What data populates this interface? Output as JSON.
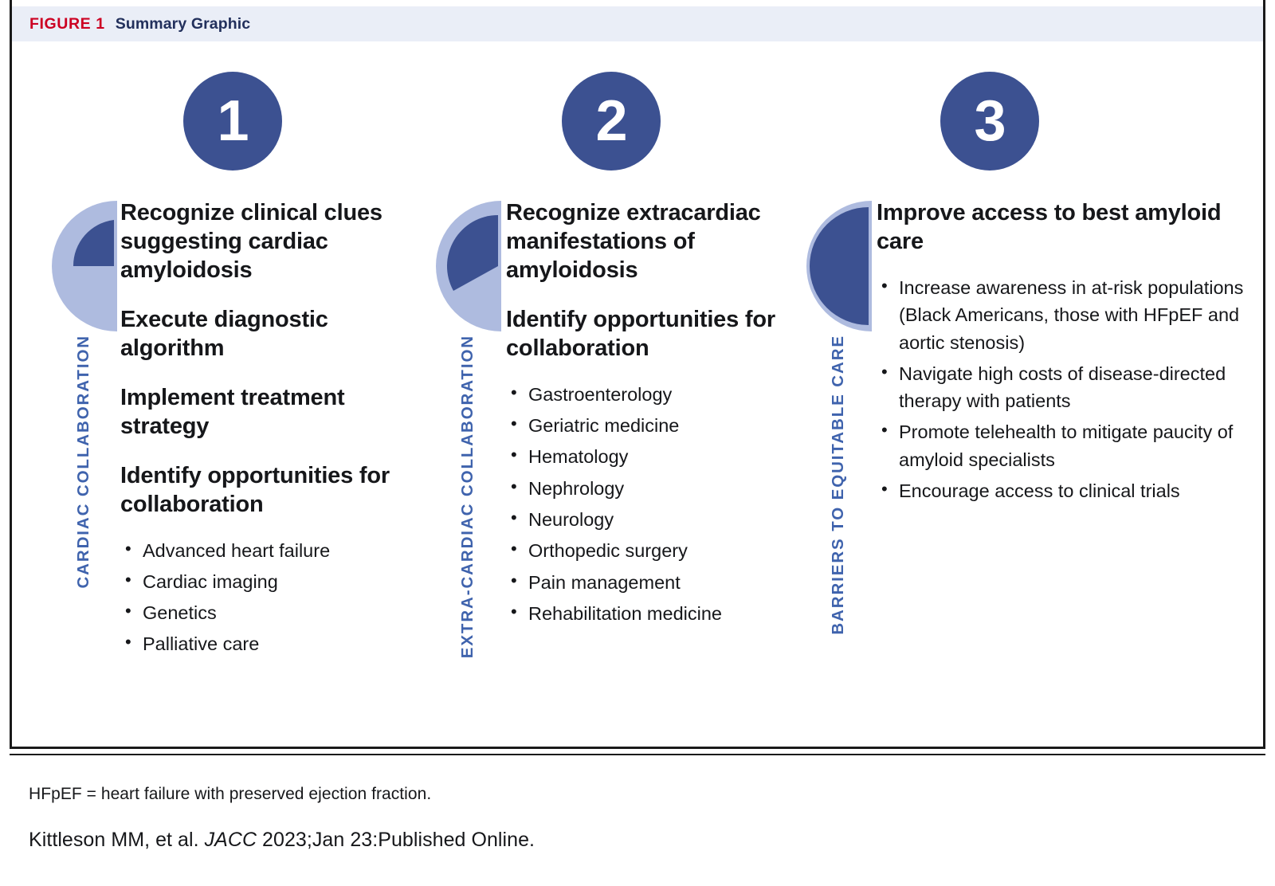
{
  "header": {
    "kicker": "FIGURE 1",
    "title": "Summary Graphic",
    "bar_color": "#eaeef7",
    "kicker_color": "#cc0022",
    "title_color": "#22305c"
  },
  "palette": {
    "badge_blue": "#3c5191",
    "disc_dark": "#3c5191",
    "disc_light": "#aebbdf",
    "vertical_label_blue": "#3f63ad",
    "body_text": "#16171a"
  },
  "columns": [
    {
      "number": "1",
      "rail_label": "CARDIAC COLLABORATION",
      "disc_fill_fraction": 0.33,
      "headings": [
        "Recognize clinical clues suggesting cardiac amyloidosis",
        "Execute diagnostic algorithm",
        "Implement treatment strategy",
        "Identify opportunities for collaboration"
      ],
      "bullets": [
        "Advanced heart failure",
        "Cardiac imaging",
        "Genetics",
        "Palliative care"
      ]
    },
    {
      "number": "2",
      "rail_label": "EXTRA-CARDIAC COLLABORATION",
      "disc_fill_fraction": 0.66,
      "headings": [
        "Recognize extracardiac manifestations of amyloidosis",
        "Identify opportunities for collaboration"
      ],
      "bullets": [
        "Gastroenterology",
        "Geriatric medicine",
        "Hematology",
        "Nephrology",
        "Neurology",
        "Orthopedic surgery",
        "Pain management",
        "Rehabilitation medicine"
      ]
    },
    {
      "number": "3",
      "rail_label": "BARRIERS TO EQUITABLE CARE",
      "disc_fill_fraction": 1.0,
      "headings": [
        "Improve access to best amyloid care"
      ],
      "bullets": [
        "Increase awareness in at-risk populations (Black Americans, those with HFpEF and aortic stenosis)",
        "Navigate high costs of disease-directed therapy with patients",
        "Promote telehealth to mitigate paucity of amyloid specialists",
        "Encourage access to clinical trials"
      ]
    }
  ],
  "footer": {
    "footnote": "HFpEF = heart failure with preserved ejection fraction.",
    "citation_prefix": "Kittleson MM, et al. ",
    "citation_journal": "JACC",
    "citation_suffix": " 2023;Jan 23:Published Online."
  }
}
